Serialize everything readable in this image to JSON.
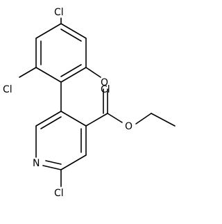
{
  "molecule": {
    "atoms": {
      "cl_top": "Cl",
      "cl_left": "Cl",
      "cl_right": "Cl",
      "o_carbonyl": "O",
      "o_ester": "O",
      "n_ring": "N",
      "cl_bottom": "Cl"
    },
    "colors": {
      "bond": "#000000",
      "label": "#000000",
      "background": "#ffffff"
    }
  }
}
